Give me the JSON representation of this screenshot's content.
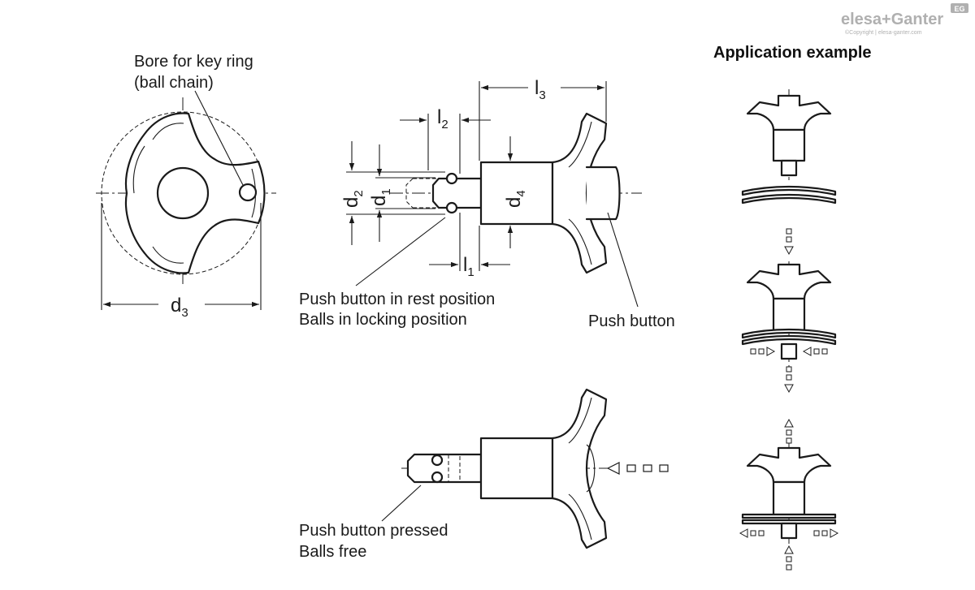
{
  "brand": {
    "name": "elesa+Ganter",
    "copyright": "©Copyright | elesa-ganter.com",
    "badge": "EG"
  },
  "labels": {
    "bore": [
      "Bore for key ring",
      "(ball chain)"
    ],
    "rest": [
      "Push button in rest position",
      "Balls in locking position"
    ],
    "push_button": "Push button",
    "pressed": [
      "Push button pressed",
      "Balls free"
    ],
    "application": "Application example"
  },
  "dimensions": {
    "d3": {
      "main": "d",
      "sub": "3"
    },
    "d2": {
      "main": "d",
      "sub": "2"
    },
    "d1": {
      "main": "d",
      "sub": "1"
    },
    "d4": {
      "main": "d",
      "sub": "4"
    },
    "l1": {
      "main": "l",
      "sub": "1"
    },
    "l2": {
      "main": "l",
      "sub": "2"
    },
    "l3": {
      "main": "l",
      "sub": "3"
    }
  }
}
